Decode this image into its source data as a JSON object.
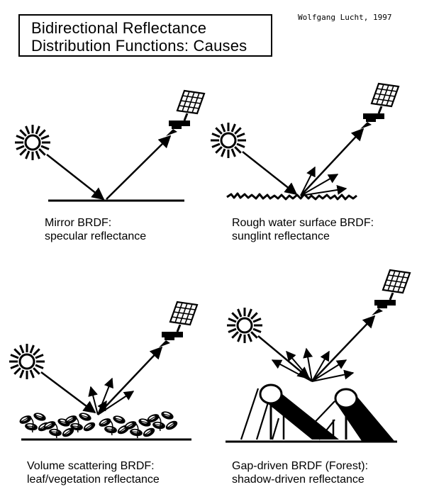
{
  "title": {
    "line1": "Bidirectional Reflectance",
    "line2": "Distribution Functions: Causes"
  },
  "author": "Wolfgang Lucht, 1997",
  "panels": [
    {
      "id": "mirror",
      "caption1": "Mirror BRDF:",
      "caption2": "specular reflectance"
    },
    {
      "id": "water",
      "caption1": "Rough water surface BRDF:",
      "caption2": "sunglint reflectance"
    },
    {
      "id": "volume",
      "caption1": "Volume scattering BRDF:",
      "caption2": "leaf/vegetation reflectance"
    },
    {
      "id": "gap",
      "caption1": "Gap-driven BRDF (Forest):",
      "caption2": "shadow-driven reflectance"
    }
  ],
  "icons": [
    "sun-icon",
    "satellite-icon",
    "leaf-icon",
    "tree-crown-icon"
  ]
}
